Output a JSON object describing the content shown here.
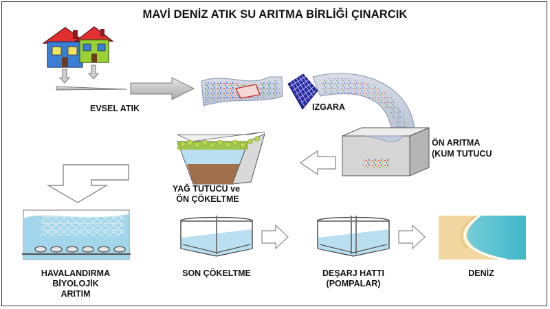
{
  "title": "MAVİ DENİZ ATIK SU ARITMA BİRLİĞİ ÇINARCIK",
  "labels": {
    "evsel_atik": "EVSEL ATIK",
    "izgara": "IZGARA",
    "on_aritma_1": "ÖN ARITMA",
    "on_aritma_2": "(KUM TUTUCU",
    "yag_tutucu_1": "YAĞ TUTUCU ve",
    "yag_tutucu_2": "ÖN ÇÖKELTME",
    "havalandirma_1": "HAVALANDIRMA",
    "havalandirma_2": "BİYOLOJİK",
    "havalandirma_3": "ARITIM",
    "son_cokeltme": "SON ÇÖKELTME",
    "desarj_1": "DEŞARJ HATTI",
    "desarj_2": "(POMPALAR)",
    "deniz": "DENİZ"
  },
  "colors": {
    "water": "#b9dff0",
    "water_dark": "#7ec6e3",
    "sludge": "#a0704c",
    "grease": "#9cc23a",
    "tank_grey": "#d6d6d6",
    "arrow_grey": "#c8c8c8",
    "grid_blue": "#2a2aa0",
    "house_red": "#e03030",
    "house_green": "#9ad235",
    "house_blue": "#3a7fd5",
    "sand": "#f2d7a0"
  }
}
